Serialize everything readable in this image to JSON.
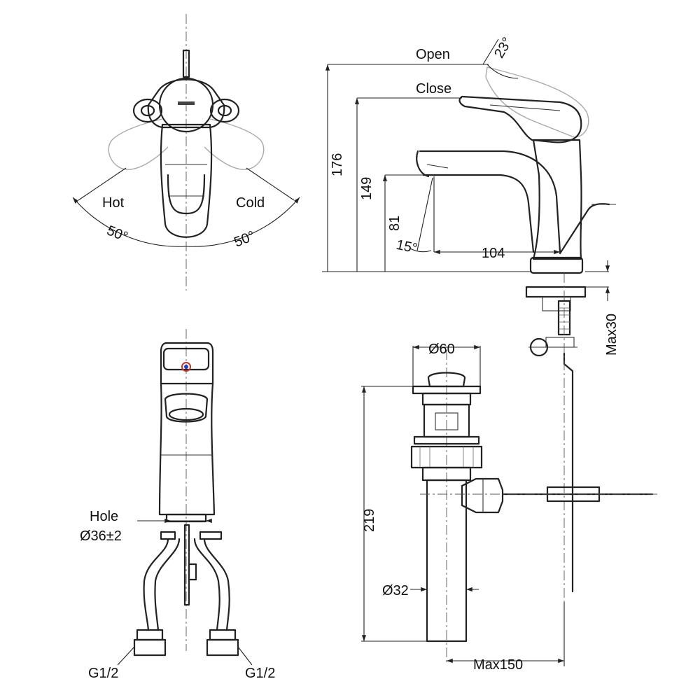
{
  "top_view": {
    "hot_label": "Hot",
    "cold_label": "Cold",
    "angle_left": "50°",
    "angle_right": "50°"
  },
  "side_view": {
    "open_label": "Open",
    "close_label": "Close",
    "lever_angle": "23°",
    "spout_angle": "15°",
    "height_total": "176",
    "height_lever": "149",
    "height_spout": "81",
    "reach": "104",
    "max_deck": "Max30"
  },
  "front_view": {
    "hole_label": "Hole",
    "hole_diameter": "Ø36±2",
    "thread_left": "G1/2",
    "thread_right": "G1/2"
  },
  "drain_view": {
    "top_diameter": "Ø60",
    "height": "219",
    "pipe_diameter": "Ø32",
    "max_offset": "Max150"
  },
  "colors": {
    "line": "#222222",
    "indicator_hot": "#c0392b",
    "indicator_cold": "#1f3fbf"
  }
}
